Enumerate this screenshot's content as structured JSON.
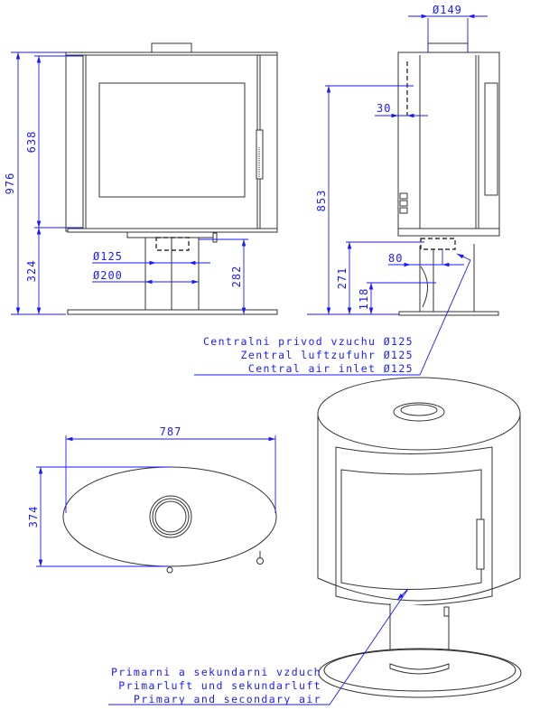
{
  "front_view": {
    "dims": {
      "total_height": "976",
      "body_height": "638",
      "stand_height": "324",
      "inlet_height": "282",
      "inlet_diameter": "Ø125",
      "column_diameter": "Ø200"
    }
  },
  "side_view": {
    "dims": {
      "flue_diameter": "Ø149",
      "flue_height": "853",
      "flue_offset": "30",
      "stand_height": "271",
      "inlet_offset": "80",
      "inlet_center_height": "118"
    }
  },
  "top_view": {
    "dims": {
      "width": "787",
      "depth": "374"
    }
  },
  "central_air_label": [
    "Centralni privod vzuchu Ø125",
    "Zentral luftzufuhr Ø125",
    "Central air inlet Ø125"
  ],
  "primary_air_label": [
    "Primarni a sekundarni vzduch",
    "Primarluft und sekundarluft",
    "Primary and secondary air"
  ],
  "colors": {
    "dimension": "#1a1aff",
    "outline": "#333333"
  }
}
